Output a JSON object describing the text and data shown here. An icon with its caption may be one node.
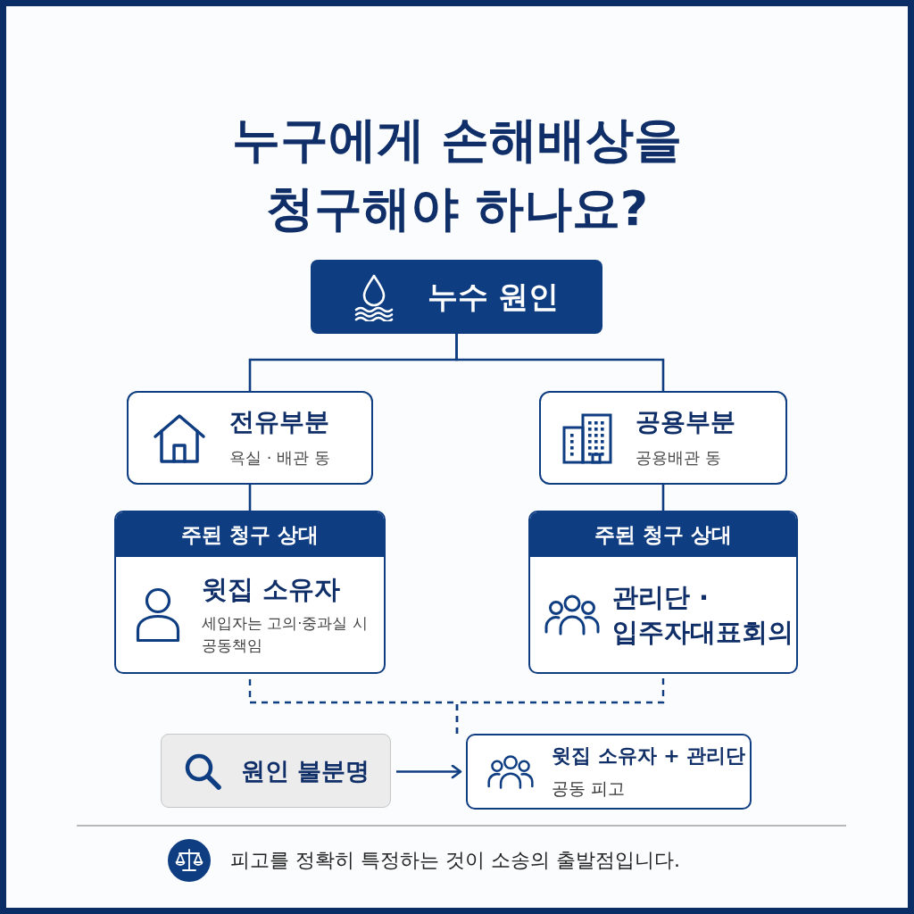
{
  "diagram": {
    "title": "누구에게 손해배상을 청구해야 하나요?",
    "nodes": [
      {
        "text": [
          "누수 원인"
        ]
      },
      {
        "text": [
          "전유부분",
          "욕실 · 배관 동"
        ]
      },
      {
        "text": [
          "공용부분",
          "공용배관 동"
        ]
      },
      {
        "text": [
          "주된 청구 상대",
          "윗집 소유자",
          "세입자는 고의·중과실 시 공동책임"
        ]
      },
      {
        "text": [
          "주된 청구 상대",
          "관리단 · 입주자대표회의"
        ]
      },
      {
        "text": [
          "원인 불분명"
        ]
      },
      {
        "text": [
          "윗집 소유자 + 관리단",
          "공동 피고"
        ]
      }
    ],
    "edges": [
      {
        "from": 0,
        "to": 1,
        "arrow": "none"
      },
      {
        "from": 0,
        "to": 2,
        "arrow": "none"
      },
      {
        "from": 1,
        "to": 3,
        "arrow": "none"
      },
      {
        "from": 2,
        "to": 4,
        "arrow": "none"
      },
      {
        "from": 3,
        "to": 6,
        "arrow": "none",
        "style": "dashed"
      },
      {
        "from": 4,
        "to": 6,
        "arrow": "none",
        "style": "dashed"
      },
      {
        "from": 5,
        "to": 6,
        "arrow": "to"
      }
    ],
    "labels": [
      "피고를 정확히 특정하는 것이 소송의 출발점입니다."
    ]
  }
}
